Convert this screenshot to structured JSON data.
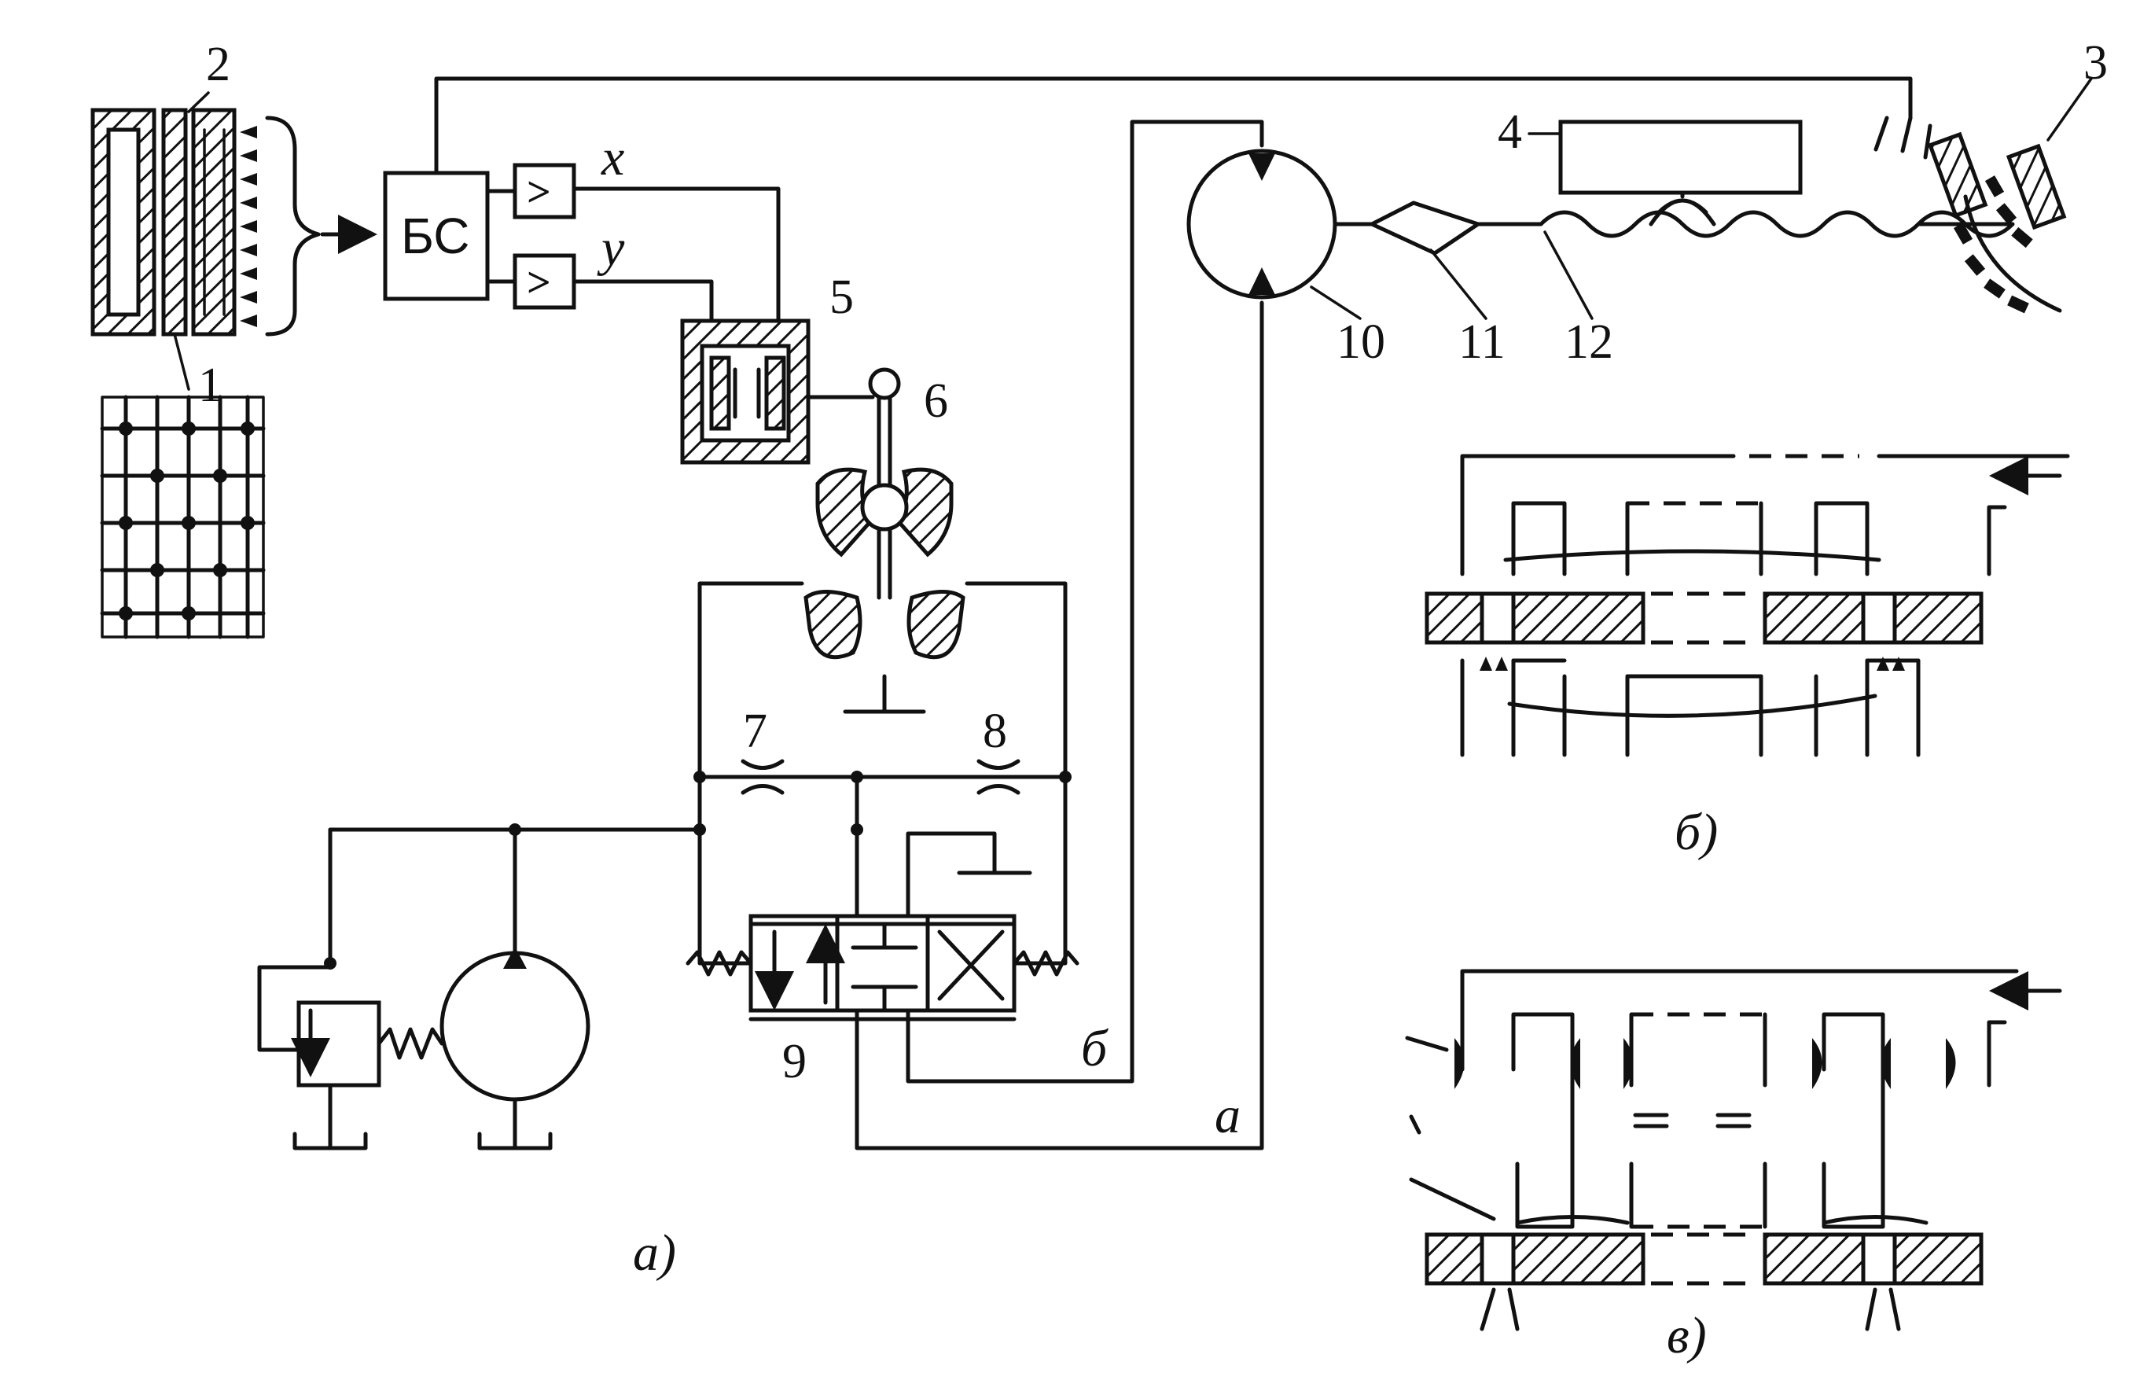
{
  "labels": {
    "bs": "БС",
    "x": "x",
    "y": "y",
    "n1": "1",
    "n2": "2",
    "n3": "3",
    "n4": "4",
    "n5": "5",
    "n6": "6",
    "n7": "7",
    "n8": "8",
    "n9": "9",
    "n10": "10",
    "n11": "11",
    "n12": "12",
    "port_a": "а",
    "port_b": "б",
    "amp_symbol": ">"
  },
  "captions": {
    "a": "а)",
    "b": "б)",
    "v": "в)"
  }
}
